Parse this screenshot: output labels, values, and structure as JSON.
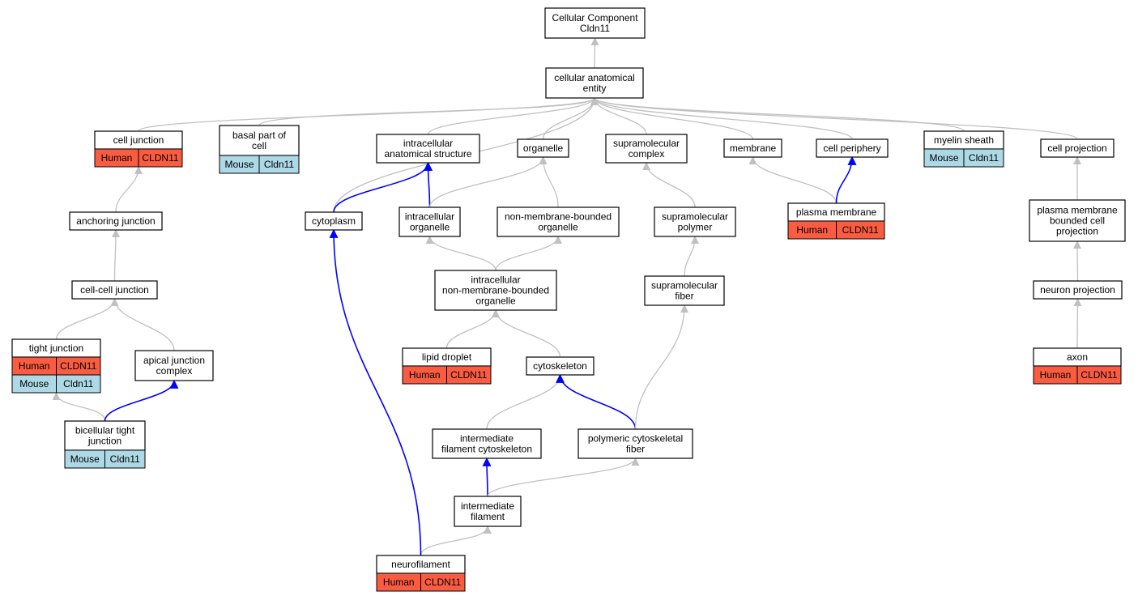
{
  "colors": {
    "human": "#fa5c42",
    "mouse": "#add8e6",
    "edge_is_a": "#c0c0c0",
    "edge_part_of": "#0000ff"
  },
  "nodes": [
    {
      "id": "root",
      "lines": [
        "Cellular Component",
        "Cldn11"
      ]
    },
    {
      "id": "cae",
      "lines": [
        "cellular anatomical",
        "entity"
      ]
    },
    {
      "id": "cj",
      "lines": [
        "cell junction"
      ],
      "ann": [
        [
          "Human",
          "CLDN11"
        ]
      ]
    },
    {
      "id": "bpc",
      "lines": [
        "basal part of",
        "cell"
      ],
      "ann": [
        [
          "Mouse",
          "Cldn11"
        ]
      ]
    },
    {
      "id": "ias",
      "lines": [
        "intracellular",
        "anatomical structure"
      ]
    },
    {
      "id": "org",
      "lines": [
        "organelle"
      ]
    },
    {
      "id": "smc",
      "lines": [
        "supramolecular",
        "complex"
      ]
    },
    {
      "id": "mem",
      "lines": [
        "membrane"
      ]
    },
    {
      "id": "cp",
      "lines": [
        "cell periphery"
      ]
    },
    {
      "id": "ms",
      "lines": [
        "myelin sheath"
      ],
      "ann": [
        [
          "Mouse",
          "Cldn11"
        ]
      ]
    },
    {
      "id": "cpr",
      "lines": [
        "cell projection"
      ]
    },
    {
      "id": "aj",
      "lines": [
        "anchoring junction"
      ]
    },
    {
      "id": "cyto",
      "lines": [
        "cytoplasm"
      ]
    },
    {
      "id": "io",
      "lines": [
        "intracellular",
        "organelle"
      ]
    },
    {
      "id": "nmbo",
      "lines": [
        "non-membrane-bounded",
        "organelle"
      ]
    },
    {
      "id": "smp",
      "lines": [
        "supramolecular",
        "polymer"
      ]
    },
    {
      "id": "pm",
      "lines": [
        "plasma membrane"
      ],
      "ann": [
        [
          "Human",
          "CLDN11"
        ]
      ]
    },
    {
      "id": "pmbcp",
      "lines": [
        "plasma membrane",
        "bounded cell",
        "projection"
      ]
    },
    {
      "id": "ccj",
      "lines": [
        "cell-cell junction"
      ]
    },
    {
      "id": "inmbo",
      "lines": [
        "intracellular",
        "non-membrane-bounded",
        "organelle"
      ]
    },
    {
      "id": "smf",
      "lines": [
        "supramolecular",
        "fiber"
      ]
    },
    {
      "id": "np",
      "lines": [
        "neuron projection"
      ]
    },
    {
      "id": "tj",
      "lines": [
        "tight junction"
      ],
      "ann": [
        [
          "Human",
          "CLDN11"
        ],
        [
          "Mouse",
          "Cldn11"
        ]
      ]
    },
    {
      "id": "ajc",
      "lines": [
        "apical junction",
        "complex"
      ]
    },
    {
      "id": "ld",
      "lines": [
        "lipid droplet"
      ],
      "ann": [
        [
          "Human",
          "CLDN11"
        ]
      ]
    },
    {
      "id": "csk",
      "lines": [
        "cytoskeleton"
      ]
    },
    {
      "id": "axon",
      "lines": [
        "axon"
      ],
      "ann": [
        [
          "Human",
          "CLDN11"
        ]
      ]
    },
    {
      "id": "btj",
      "lines": [
        "bicellular tight",
        "junction"
      ],
      "ann": [
        [
          "Mouse",
          "Cldn11"
        ]
      ]
    },
    {
      "id": "ifc",
      "lines": [
        "intermediate",
        "filament cytoskeleton"
      ]
    },
    {
      "id": "pcf",
      "lines": [
        "polymeric cytoskeletal",
        "fiber"
      ]
    },
    {
      "id": "if",
      "lines": [
        "intermediate",
        "filament"
      ]
    },
    {
      "id": "nf",
      "lines": [
        "neurofilament"
      ],
      "ann": [
        [
          "Human",
          "CLDN11"
        ]
      ]
    }
  ],
  "edges": [
    {
      "from": "cae",
      "to": "root",
      "type": "is_a"
    },
    {
      "from": "cj",
      "to": "cae",
      "type": "is_a"
    },
    {
      "from": "bpc",
      "to": "cae",
      "type": "is_a"
    },
    {
      "from": "ias",
      "to": "cae",
      "type": "is_a"
    },
    {
      "from": "org",
      "to": "cae",
      "type": "is_a"
    },
    {
      "from": "smc",
      "to": "cae",
      "type": "is_a"
    },
    {
      "from": "mem",
      "to": "cae",
      "type": "is_a"
    },
    {
      "from": "cp",
      "to": "cae",
      "type": "is_a"
    },
    {
      "from": "ms",
      "to": "cae",
      "type": "is_a"
    },
    {
      "from": "cpr",
      "to": "cae",
      "type": "is_a"
    },
    {
      "from": "cyto",
      "to": "cae",
      "type": "is_a"
    },
    {
      "from": "cyto",
      "to": "ias",
      "type": "part_of"
    },
    {
      "from": "io",
      "to": "ias",
      "type": "part_of"
    },
    {
      "from": "io",
      "to": "org",
      "type": "is_a"
    },
    {
      "from": "nmbo",
      "to": "org",
      "type": "is_a"
    },
    {
      "from": "smp",
      "to": "smc",
      "type": "is_a"
    },
    {
      "from": "pm",
      "to": "mem",
      "type": "is_a"
    },
    {
      "from": "pm",
      "to": "cp",
      "type": "part_of"
    },
    {
      "from": "pmbcp",
      "to": "cpr",
      "type": "is_a"
    },
    {
      "from": "aj",
      "to": "cj",
      "type": "is_a"
    },
    {
      "from": "ccj",
      "to": "aj",
      "type": "is_a"
    },
    {
      "from": "tj",
      "to": "ccj",
      "type": "is_a"
    },
    {
      "from": "ajc",
      "to": "ccj",
      "type": "is_a"
    },
    {
      "from": "btj",
      "to": "tj",
      "type": "is_a"
    },
    {
      "from": "btj",
      "to": "ajc",
      "type": "part_of"
    },
    {
      "from": "inmbo",
      "to": "io",
      "type": "is_a"
    },
    {
      "from": "inmbo",
      "to": "nmbo",
      "type": "is_a"
    },
    {
      "from": "smf",
      "to": "smp",
      "type": "is_a"
    },
    {
      "from": "np",
      "to": "pmbcp",
      "type": "is_a"
    },
    {
      "from": "axon",
      "to": "np",
      "type": "is_a"
    },
    {
      "from": "ld",
      "to": "inmbo",
      "type": "is_a"
    },
    {
      "from": "csk",
      "to": "inmbo",
      "type": "is_a"
    },
    {
      "from": "ifc",
      "to": "csk",
      "type": "is_a"
    },
    {
      "from": "pcf",
      "to": "csk",
      "type": "part_of"
    },
    {
      "from": "pcf",
      "to": "smf",
      "type": "is_a"
    },
    {
      "from": "if",
      "to": "ifc",
      "type": "part_of"
    },
    {
      "from": "if",
      "to": "pcf",
      "type": "is_a"
    },
    {
      "from": "nf",
      "to": "if",
      "type": "is_a"
    },
    {
      "from": "nf",
      "to": "cyto",
      "type": "part_of"
    }
  ]
}
